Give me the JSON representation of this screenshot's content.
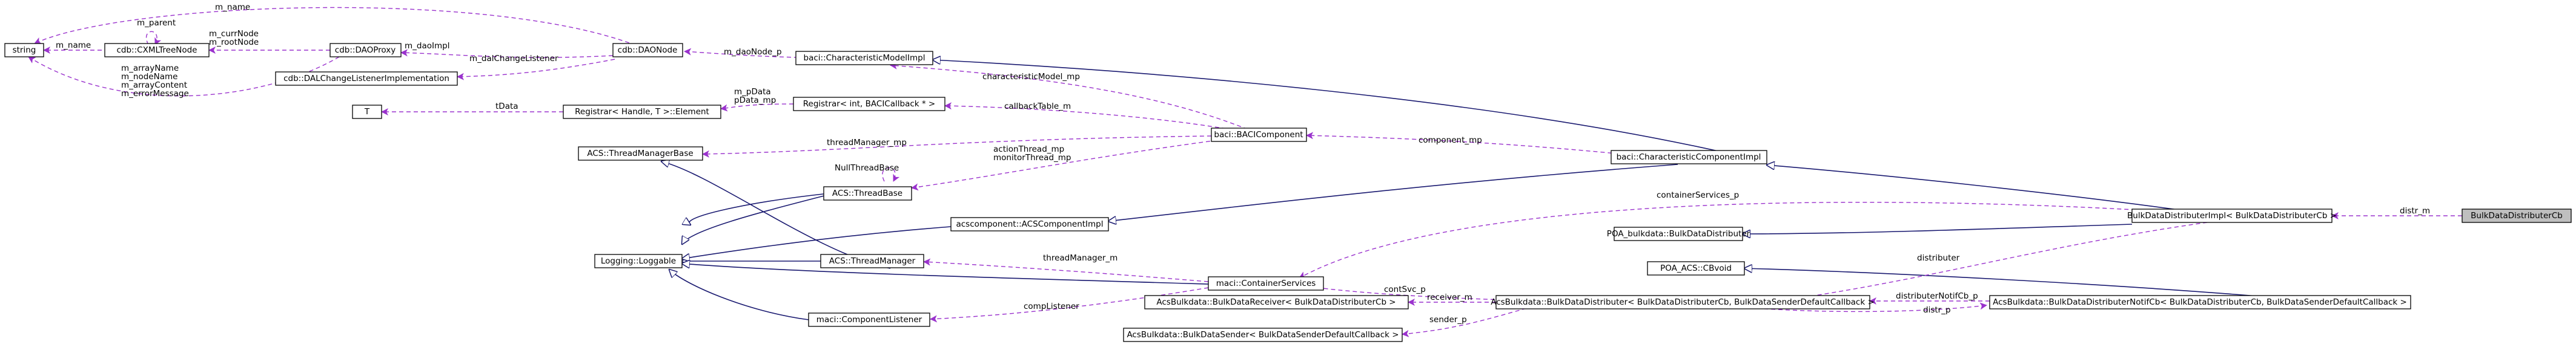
{
  "colors": {
    "inheritance_edge": "#191970",
    "usage_edge": "#9a32cd",
    "highlight_fill": "#bfbfbf"
  },
  "nodes": {
    "string": "string",
    "cxmltreenode": "cdb::CXMLTreeNode",
    "daoproxy": "cdb::DAOProxy",
    "daonode": "cdb::DAONode",
    "dalchange": "cdb::DALChangeListenerImplementation",
    "charmodel": "baci::CharacteristicModelImpl",
    "t": "T",
    "registrar_elem": "Registrar< Handle, T >::Element",
    "registrar_cb": "Registrar< int, BACICallback * >",
    "threadmgrbase": "ACS::ThreadManagerBase",
    "bacicomp": "baci::BACIComponent",
    "threadbase": "ACS::ThreadBase",
    "charcomp": "baci::CharacteristicComponentImpl",
    "acscomp": "acscomponent::ACSComponentImpl",
    "loggable": "Logging::Loggable",
    "threadmgr": "ACS::ThreadManager",
    "containerservices": "maci::ContainerServices",
    "complistener": "maci::ComponentListener",
    "bulkreceiver": "AcsBulkdata::BulkDataReceiver< BulkDataDistributerCb >",
    "bulksender": "AcsBulkdata::BulkDataSender< BulkDataSenderDefaultCallback >",
    "bulkdistributer": "AcsBulkdata::BulkDataDistributer< BulkDataDistributerCb, BulkDataSenderDefaultCallback >",
    "distnotif": "AcsBulkdata::BulkDataDistributerNotifCb< BulkDataDistributerCb, BulkDataSenderDefaultCallback >",
    "poa_bulk": "POA_bulkdata::BulkDataDistributer",
    "poa_acs": "POA_ACS::CBvoid",
    "distimpl": "BulkDataDistributerImpl< BulkDataDistributerCb >",
    "distcb": "BulkDataDistributerCb"
  },
  "edge_labels": {
    "m_name_top": "m_name",
    "m_parent": "m_parent",
    "m_name_left": "m_name",
    "m_curr_root": "m_currNode\nm_rootNode",
    "m_array_group": "m_arrayName\nm_nodeName\nm_arrayContent\nm_errorMessage",
    "m_daoimpl": "m_daoImpl",
    "m_dalchange": "m_dalChangeListener",
    "m_daonode_p": "m_daoNode_p",
    "tdata": "tData",
    "m_pdata": "m_pData\npData_mp",
    "characteristicmodel_mp": "characteristicModel_mp",
    "callbacktable_m": "callbackTable_m",
    "threadmanager_mp": "threadManager_mp",
    "nullthreadbase": "NullThreadBase",
    "actionthread": "actionThread_mp\nmonitorThread_mp",
    "component_mp": "component_mp",
    "containerservices_p": "containerServices_p",
    "threadmanager_m": "threadManager_m",
    "distr_m": "distr_m",
    "distributer": "distributer",
    "contsvc_p": "contSvc_p",
    "receiver_m": "receiver_m",
    "sender_p": "sender_p",
    "distributernotifcb_p": "distributerNotifCb_p",
    "distr_p": "distr_p",
    "complistener": "compListener"
  }
}
